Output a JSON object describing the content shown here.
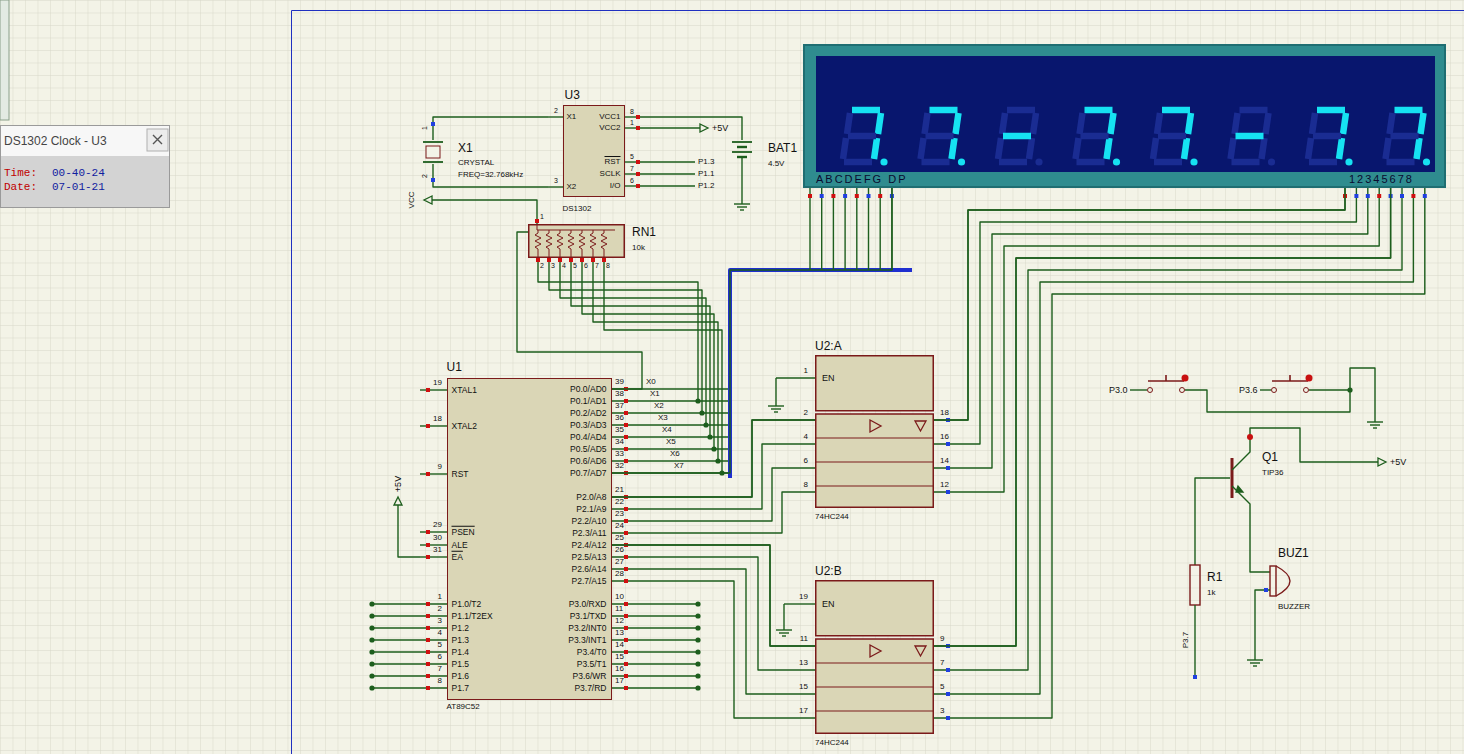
{
  "diagram": {
    "nodes": [
      {
        "text": [
          "DS1302 Clock - U3",
          "Time:",
          "00-40-24",
          "Date:",
          "07-01-21"
        ]
      },
      {
        "text": [
          "U3",
          "DS1302",
          "X1",
          "X2",
          "VCC1",
          "VCC2",
          "RST",
          "SCLK",
          "I/O"
        ]
      },
      {
        "text": [
          "ABCDEFG DP",
          "12345678"
        ]
      },
      {
        "text": [
          "RN1",
          "10k"
        ]
      },
      {
        "text": [
          "U1",
          "AT89C52",
          "XTAL1",
          "XTAL2",
          "RST",
          "PSEN",
          "ALE",
          "EA",
          "P1.0/T2",
          "P1.1/T2EX",
          "P1.2",
          "P1.3",
          "P1.4",
          "P1.5",
          "P1.6",
          "P1.7",
          "P0.0/AD0",
          "P0.1/AD1",
          "P0.2/AD2",
          "P0.3/AD3",
          "P0.4/AD4",
          "P0.5/AD5",
          "P0.6/AD6",
          "P0.7/AD7",
          "P2.0/A8",
          "P2.1/A9",
          "P2.2/A10",
          "P2.3/A11",
          "P2.4/A12",
          "P2.5/A13",
          "P2.6/A14",
          "P2.7/A15",
          "P3.0/RXD",
          "P3.1/TXD",
          "P3.2/INT0",
          "P3.3/INT1",
          "P3.4/T0",
          "P3.5/T1",
          "P3.6/WR",
          "P3.7/RD"
        ]
      },
      {
        "text": [
          "U2:A",
          "74HC244",
          "EN"
        ]
      },
      {
        "text": [
          "U2:B",
          "74HC244",
          "EN"
        ]
      }
    ],
    "edges": [
      {
        "from": 3,
        "to": 4,
        "arrow": "none"
      },
      {
        "from": 4,
        "to": 2,
        "arrow": "none"
      },
      {
        "from": 4,
        "to": 5,
        "arrow": "none"
      },
      {
        "from": 4,
        "to": 6,
        "arrow": "none"
      },
      {
        "from": 5,
        "to": 2,
        "arrow": "none"
      },
      {
        "from": 6,
        "to": 2,
        "arrow": "none"
      }
    ],
    "labels": [
      "2",
      "3",
      "8",
      "1",
      "5",
      "7",
      "6",
      "+5V",
      "BAT1",
      "4.5V",
      "P1.3",
      "P1.1",
      "P1.2",
      "X1",
      "CRYSTAL",
      "FREQ=32.768kHz",
      "1",
      "2",
      "VCC",
      "1",
      "2",
      "3",
      "4",
      "5",
      "6",
      "7",
      "8",
      "19",
      "18",
      "9",
      "29",
      "30",
      "31",
      "1",
      "2",
      "3",
      "4",
      "5",
      "6",
      "7",
      "8",
      "39",
      "38",
      "37",
      "36",
      "35",
      "34",
      "33",
      "32",
      "21",
      "22",
      "23",
      "24",
      "25",
      "26",
      "27",
      "28",
      "10",
      "11",
      "12",
      "13",
      "14",
      "15",
      "16",
      "17",
      "+5V",
      "X0",
      "X1",
      "X2",
      "X3",
      "X4",
      "X5",
      "X6",
      "X7",
      "1",
      "2",
      "4",
      "6",
      "8",
      "18",
      "16",
      "14",
      "12",
      "19",
      "11",
      "13",
      "15",
      "17",
      "9",
      "7",
      "5",
      "3",
      "P3.0",
      "P3.6",
      "Q1",
      "TIP36",
      "+5V",
      "R1",
      "1k",
      "P3.7",
      "BUZ1",
      "BUZZER"
    ]
  }
}
